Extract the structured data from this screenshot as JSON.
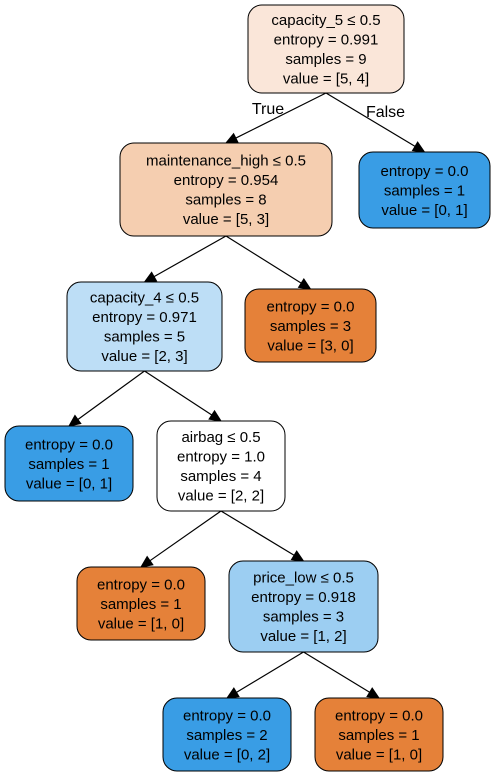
{
  "tree": {
    "nodes": [
      {
        "id": "n0",
        "fill": "#fae6d9",
        "lines": [
          "capacity_5 ≤ 0.5",
          "entropy = 0.991",
          "samples = 9",
          "value = [5, 4]"
        ]
      },
      {
        "id": "n1",
        "fill": "#f5ceb0",
        "lines": [
          "maintenance_high ≤ 0.5",
          "entropy = 0.954",
          "samples = 8",
          "value = [5, 3]"
        ]
      },
      {
        "id": "n2",
        "fill": "#399de5",
        "lines": [
          "entropy = 0.0",
          "samples = 1",
          "value = [0, 1]"
        ]
      },
      {
        "id": "n3",
        "fill": "#bddef6",
        "lines": [
          "capacity_4 ≤ 0.5",
          "entropy = 0.971",
          "samples = 5",
          "value = [2, 3]"
        ]
      },
      {
        "id": "n4",
        "fill": "#e58139",
        "lines": [
          "entropy = 0.0",
          "samples = 3",
          "value = [3, 0]"
        ]
      },
      {
        "id": "n5",
        "fill": "#399de5",
        "lines": [
          "entropy = 0.0",
          "samples = 1",
          "value = [0, 1]"
        ]
      },
      {
        "id": "n6",
        "fill": "#ffffff",
        "lines": [
          "airbag ≤ 0.5",
          "entropy = 1.0",
          "samples = 4",
          "value = [2, 2]"
        ]
      },
      {
        "id": "n7",
        "fill": "#e58139",
        "lines": [
          "entropy = 0.0",
          "samples = 1",
          "value = [1, 0]"
        ]
      },
      {
        "id": "n8",
        "fill": "#9ccef2",
        "lines": [
          "price_low ≤ 0.5",
          "entropy = 0.918",
          "samples = 3",
          "value = [1, 2]"
        ]
      },
      {
        "id": "n9",
        "fill": "#399de5",
        "lines": [
          "entropy = 0.0",
          "samples = 2",
          "value = [0, 2]"
        ]
      },
      {
        "id": "n10",
        "fill": "#e58139",
        "lines": [
          "entropy = 0.0",
          "samples = 1",
          "value = [1, 0]"
        ]
      }
    ],
    "edges": [
      {
        "from": "n0",
        "to": "n1",
        "label": "True"
      },
      {
        "from": "n0",
        "to": "n2",
        "label": "False"
      },
      {
        "from": "n1",
        "to": "n3",
        "label": ""
      },
      {
        "from": "n1",
        "to": "n4",
        "label": ""
      },
      {
        "from": "n3",
        "to": "n5",
        "label": ""
      },
      {
        "from": "n3",
        "to": "n6",
        "label": ""
      },
      {
        "from": "n6",
        "to": "n7",
        "label": ""
      },
      {
        "from": "n6",
        "to": "n8",
        "label": ""
      },
      {
        "from": "n8",
        "to": "n9",
        "label": ""
      },
      {
        "from": "n8",
        "to": "n10",
        "label": ""
      }
    ]
  }
}
